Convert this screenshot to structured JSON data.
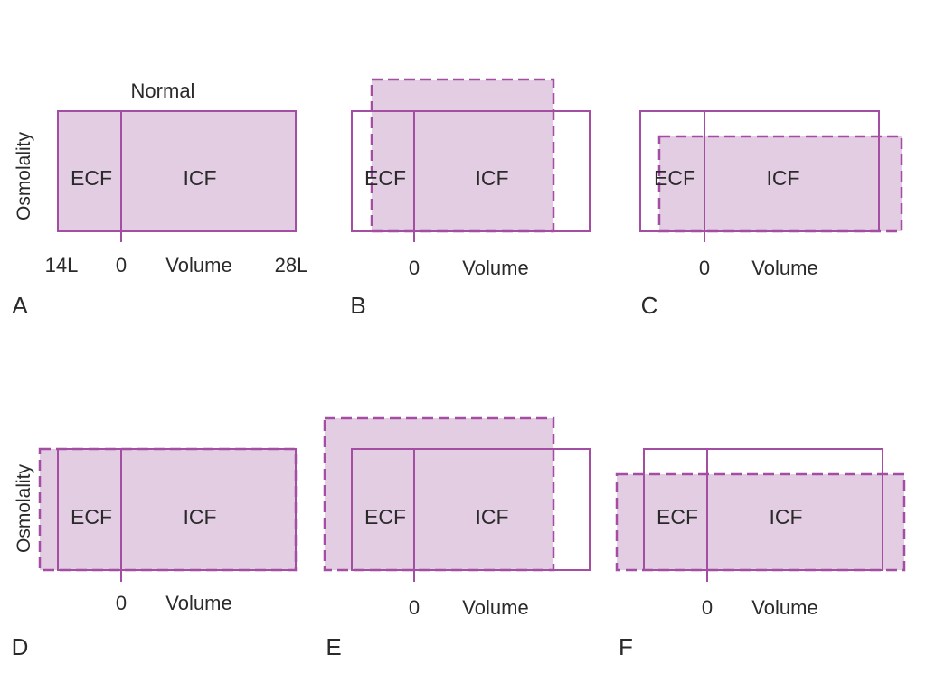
{
  "colors": {
    "fill": "#e3cde3",
    "stroke": "#a34ea3"
  },
  "title": "Normal",
  "y_axis_label": "Osmolality",
  "compartments": {
    "ecf": "ECF",
    "icf": "ICF"
  },
  "axis": {
    "zero": "0",
    "volume": "Volume",
    "left_tick": "14L",
    "right_tick": "28L"
  },
  "panels": [
    {
      "letter": "A"
    },
    {
      "letter": "B"
    },
    {
      "letter": "C"
    },
    {
      "letter": "D"
    },
    {
      "letter": "E"
    },
    {
      "letter": "F"
    }
  ]
}
